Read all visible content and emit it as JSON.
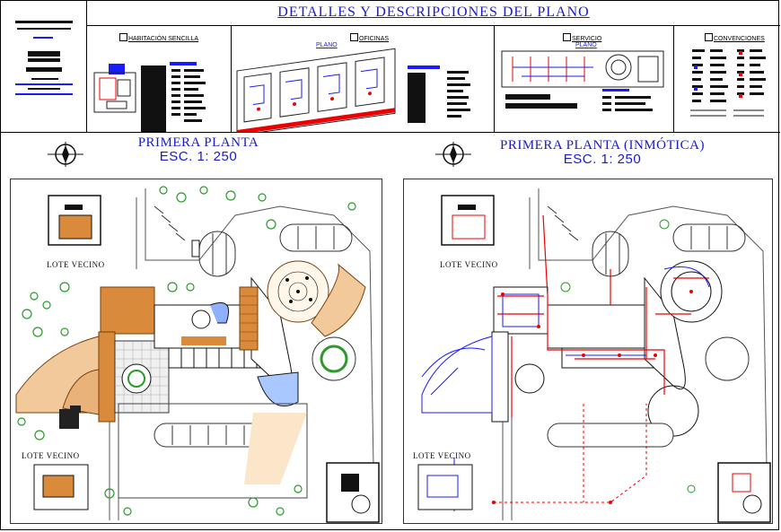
{
  "sheet": {
    "title": "DETALLES Y DESCRIPCIONES DEL PLANO"
  },
  "details": [
    {
      "title": "HABITACIÓN SENCILLA"
    },
    {
      "title": "OFICINAS",
      "sublabel": "PLANO"
    },
    {
      "title": "SERVICIO",
      "sublabel": "PLANO"
    },
    {
      "title": "CONVENCIONES"
    }
  ],
  "plans": [
    {
      "title": "PRIMERA PLANTA",
      "scale": "ESC. 1: 250",
      "lote_top": "LOTE VECINO",
      "lote_bottom": "LOTE VECINO"
    },
    {
      "title": "PRIMERA PLANTA (INMÓTICA)",
      "scale": "ESC. 1: 250",
      "lote_top": "LOTE VECINO",
      "lote_bottom": "LOTE VECINO"
    }
  ],
  "colors": {
    "title_blue": "#1a1acc",
    "accent_red": "#e00000",
    "wall_orange": "#d98a3a",
    "tree_green": "#2a9a2a"
  }
}
